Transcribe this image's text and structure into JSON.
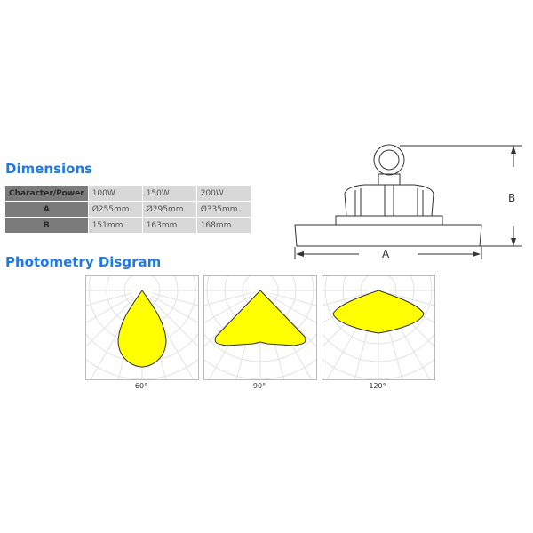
{
  "dimensions": {
    "title": "Dimensions",
    "header": [
      "Character/Power",
      "100W",
      "150W",
      "200W"
    ],
    "rows": [
      [
        "A",
        "Ø255mm",
        "Ø295mm",
        "Ø335mm"
      ],
      [
        "B",
        "151mm",
        "163mm",
        "168mm"
      ]
    ]
  },
  "drawing": {
    "width_label": "A",
    "height_label": "B"
  },
  "photometry": {
    "title": "Photometry Disgram",
    "diagrams": [
      {
        "label": "60°"
      },
      {
        "label": "90°"
      },
      {
        "label": "120°"
      }
    ],
    "fill_color": "#ffff00"
  }
}
